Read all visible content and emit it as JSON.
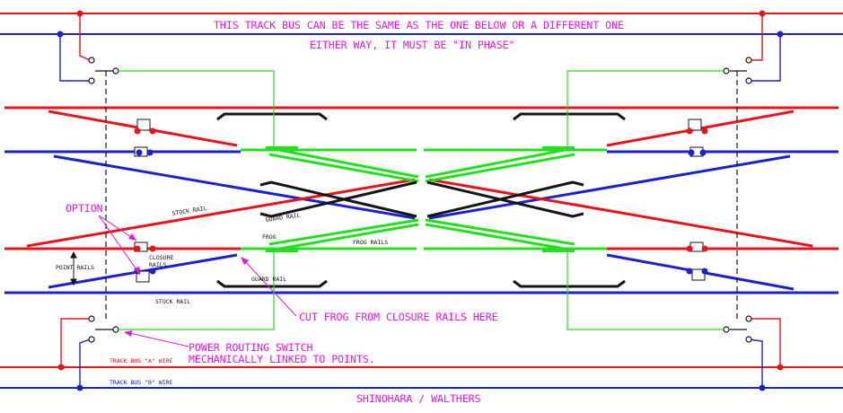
{
  "colors": {
    "bus_a": "#e8141b",
    "bus_b": "#1a22cc",
    "frog": "#22e01e",
    "guard": "#141414",
    "annotation": "#e01ad6",
    "wire": "#2bd62b",
    "label": "#141414"
  },
  "notes": {
    "top_line1": "THIS TRACK BUS CAN BE THE SAME AS THE ONE BELOW OR A DIFFERENT ONE",
    "top_line2": "EITHER WAY, IT MUST BE \"IN PHASE\"",
    "option": "OPTION",
    "cut_frog": "CUT FROG FROM CLOSURE RAILS HERE",
    "switch_line1": "POWER ROUTING SWITCH",
    "switch_line2": "MECHANICALLY LINKED TO POINTS.",
    "credit": "SHINOHARA / WALTHERS"
  },
  "labels": {
    "stock_rail_upper": "STOCK RAIL",
    "guard_rail_upper": "GUARD RAIL",
    "frog": "FROG",
    "frog_rails": "FROG RAILS",
    "closure_rails_1": "CLOSURE",
    "closure_rails_2": "RAILS",
    "point_rails": "POINT RAILS",
    "guard_rail_lower": "GUARD RAIL",
    "stock_rail_lower": "STOCK RAIL",
    "bus_a_wire": "TRACK BUS \"A\" WIRE",
    "bus_b_wire": "TRACK BUS \"B\" WIRE"
  }
}
